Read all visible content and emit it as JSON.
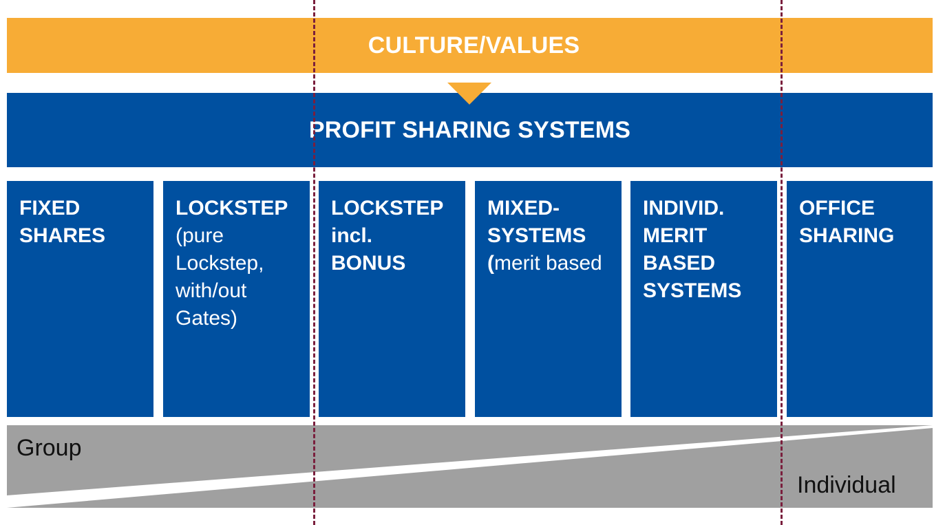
{
  "culture": {
    "label": "CULTURE/VALUES"
  },
  "profit": {
    "label": "PROFIT SHARING SYSTEMS"
  },
  "columns": [
    {
      "bold": "FIXED\nSHARES",
      "regular": ""
    },
    {
      "bold": "LOCKSTEP",
      "regular": "(pure\nLockstep,\nwith/out\nGates)"
    },
    {
      "bold": "LOCKSTEP\nincl.\nBONUS",
      "regular": ""
    },
    {
      "bold": "MIXED-\nSYSTEMS\n(",
      "regular": "merit based"
    },
    {
      "bold": "INDIVID.\nMERIT\nBASED\nSYSTEMS",
      "regular": ""
    },
    {
      "bold": "OFFICE\nSHARING",
      "regular": ""
    }
  ],
  "scale": {
    "left_label": "Group",
    "right_label": "Individual"
  },
  "colors": {
    "culture": "#F7AC36",
    "profit": "#0050A0",
    "scale": "#A0A0A0",
    "divider": "#7A1F3D"
  }
}
